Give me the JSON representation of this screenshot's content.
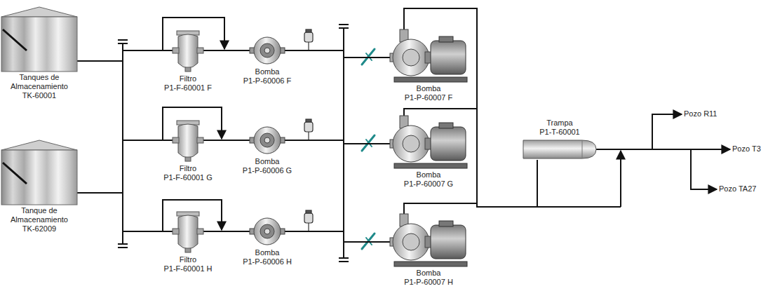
{
  "diagram": {
    "nodes": [
      {
        "text": [
          "Tanques de Almacenamiento",
          "TK-60001"
        ]
      },
      {
        "text": [
          "Tanque de Almacenamiento",
          "TK-62009"
        ]
      },
      {
        "text": [
          "Filtro",
          "P1-F-60001 F"
        ]
      },
      {
        "text": [
          "Filtro",
          "P1-F-60001 G"
        ]
      },
      {
        "text": [
          "Filtro",
          "P1-F-60001 H"
        ]
      },
      {
        "text": [
          "Bomba",
          "P1-P-60006 F"
        ]
      },
      {
        "text": [
          "Bomba",
          "P1-P-60006 G"
        ]
      },
      {
        "text": [
          "Bomba",
          "P1-P-60006 H"
        ]
      },
      {
        "text": [
          "Bomba",
          "P1-P-60007 F"
        ]
      },
      {
        "text": [
          "Bomba",
          "P1-P-60007 G"
        ]
      },
      {
        "text": [
          "Bomba",
          "P1-P-60007 H"
        ]
      },
      {
        "text": [
          "Trampa",
          "P1-T-60001"
        ]
      },
      {
        "text": [
          "Pozo R11"
        ]
      },
      {
        "text": [
          "Pozo T3"
        ]
      },
      {
        "text": [
          "Pozo TA27"
        ]
      }
    ],
    "edges": [
      {
        "from": 0,
        "to": 2,
        "arrow": "none"
      },
      {
        "from": 0,
        "to": 3,
        "arrow": "none"
      },
      {
        "from": 0,
        "to": 4,
        "arrow": "none"
      },
      {
        "from": 1,
        "to": 2,
        "arrow": "none"
      },
      {
        "from": 1,
        "to": 3,
        "arrow": "none"
      },
      {
        "from": 1,
        "to": 4,
        "arrow": "none"
      },
      {
        "from": 2,
        "to": 5,
        "arrow": "none"
      },
      {
        "from": 3,
        "to": 6,
        "arrow": "none"
      },
      {
        "from": 4,
        "to": 7,
        "arrow": "none"
      },
      {
        "from": 5,
        "to": 8,
        "arrow": "none"
      },
      {
        "from": 5,
        "to": 9,
        "arrow": "none"
      },
      {
        "from": 5,
        "to": 10,
        "arrow": "none"
      },
      {
        "from": 6,
        "to": 8,
        "arrow": "none"
      },
      {
        "from": 6,
        "to": 9,
        "arrow": "none"
      },
      {
        "from": 6,
        "to": 10,
        "arrow": "none"
      },
      {
        "from": 7,
        "to": 8,
        "arrow": "none"
      },
      {
        "from": 7,
        "to": 9,
        "arrow": "none"
      },
      {
        "from": 7,
        "to": 10,
        "arrow": "none"
      },
      {
        "from": 8,
        "to": 11,
        "arrow": "none"
      },
      {
        "from": 9,
        "to": 11,
        "arrow": "none"
      },
      {
        "from": 10,
        "to": 11,
        "arrow": "none"
      },
      {
        "from": 11,
        "to": 12,
        "arrow": "to"
      },
      {
        "from": 11,
        "to": 13,
        "arrow": "to"
      },
      {
        "from": 11,
        "to": 14,
        "arrow": "to"
      }
    ]
  }
}
